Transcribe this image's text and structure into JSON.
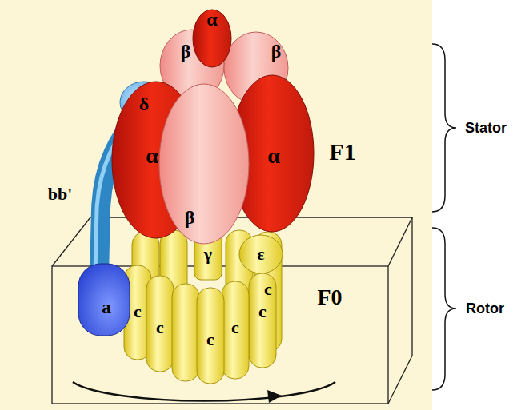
{
  "diagram": {
    "labels": [
      "α",
      "β",
      "β",
      "δ",
      "bb'",
      "α",
      "α",
      "F1",
      "β",
      "γ",
      "ε",
      "a",
      "c",
      "c",
      "c",
      "c",
      "c",
      "c",
      "F0",
      "Stator",
      "Rotor"
    ]
  }
}
